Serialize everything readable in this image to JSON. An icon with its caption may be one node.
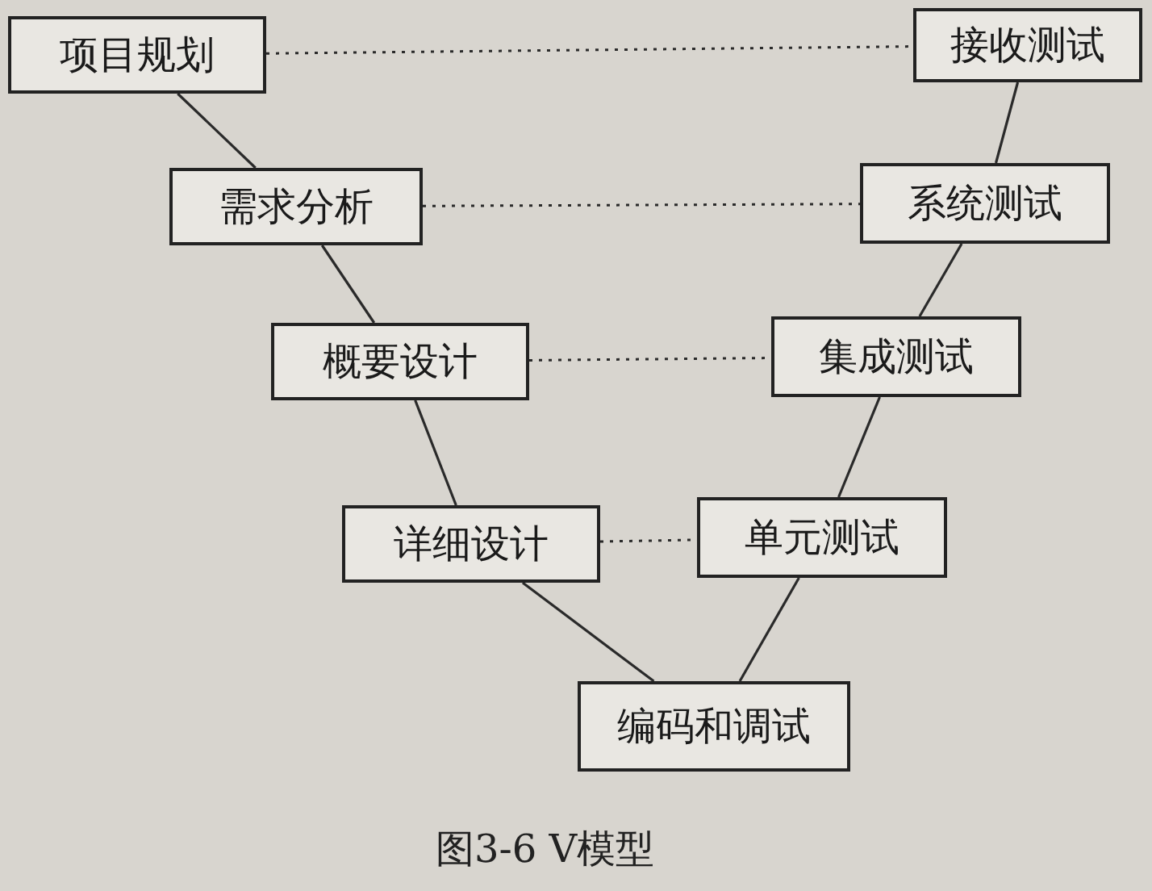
{
  "diagram": {
    "caption": "图3-6 V模型",
    "nodes": [
      {
        "text": [
          "项目规划"
        ]
      },
      {
        "text": [
          "需求分析"
        ]
      },
      {
        "text": [
          "概要设计"
        ]
      },
      {
        "text": [
          "详细设计"
        ]
      },
      {
        "text": [
          "编码和调试"
        ]
      },
      {
        "text": [
          "单元测试"
        ]
      },
      {
        "text": [
          "集成测试"
        ]
      },
      {
        "text": [
          "系统测试"
        ]
      },
      {
        "text": [
          "接收测试"
        ]
      }
    ],
    "edges": [
      {
        "from": 0,
        "to": 1,
        "arrow": "none"
      },
      {
        "from": 1,
        "to": 2,
        "arrow": "none"
      },
      {
        "from": 2,
        "to": 3,
        "arrow": "none"
      },
      {
        "from": 3,
        "to": 4,
        "arrow": "none"
      },
      {
        "from": 4,
        "to": 5,
        "arrow": "none"
      },
      {
        "from": 5,
        "to": 6,
        "arrow": "none"
      },
      {
        "from": 6,
        "to": 7,
        "arrow": "none"
      },
      {
        "from": 7,
        "to": 8,
        "arrow": "none"
      },
      {
        "from": 0,
        "to": 8,
        "arrow": "none",
        "style": "dashed"
      },
      {
        "from": 1,
        "to": 7,
        "arrow": "none",
        "style": "dashed"
      },
      {
        "from": 2,
        "to": 6,
        "arrow": "none",
        "style": "dashed"
      },
      {
        "from": 3,
        "to": 5,
        "arrow": "none",
        "style": "dashed"
      }
    ]
  }
}
